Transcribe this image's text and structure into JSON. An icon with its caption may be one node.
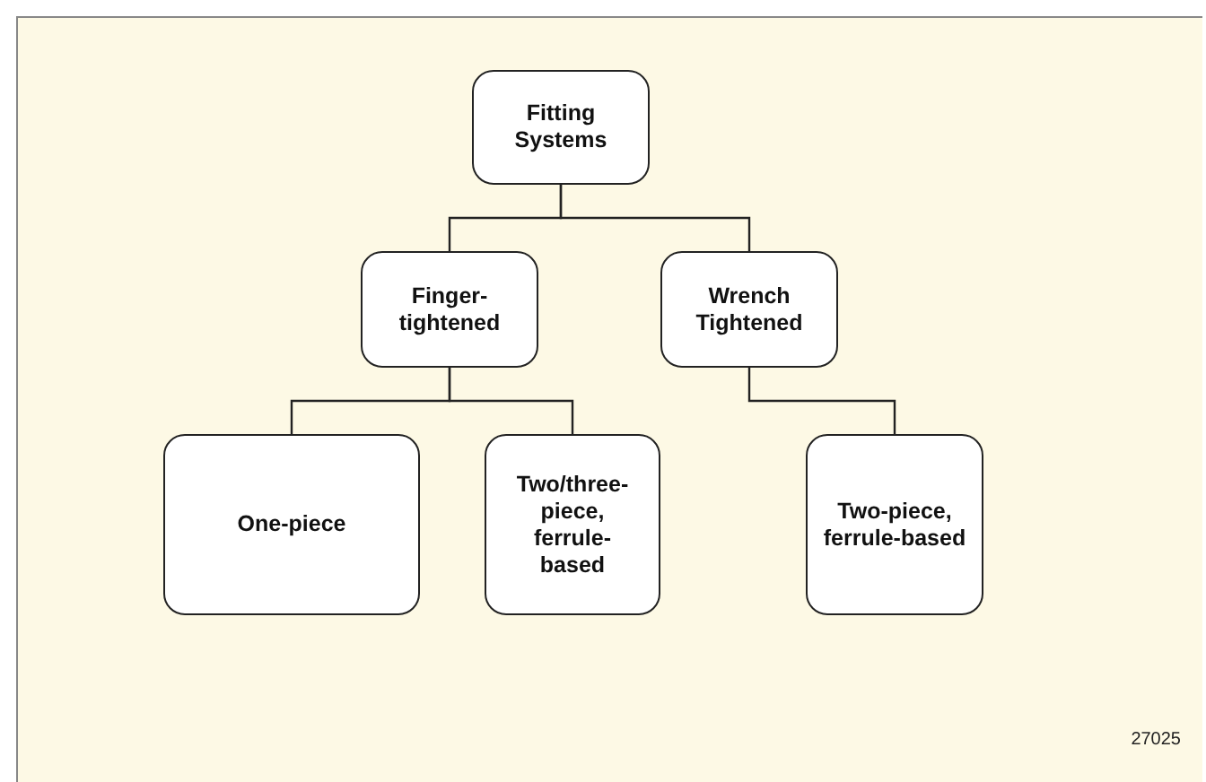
{
  "diagram": {
    "nodes": [
      {
        "text": [
          "Fitting Systems"
        ]
      },
      {
        "text": [
          "Finger-tightened"
        ]
      },
      {
        "text": [
          "Wrench Tightened"
        ]
      },
      {
        "text": [
          "One-piece"
        ]
      },
      {
        "text": [
          "Two/three-piece, ferrule-based"
        ]
      },
      {
        "text": [
          "Two-piece, ferrule-based"
        ]
      }
    ],
    "edges": [
      {
        "from": 0,
        "to": 1,
        "arrow": "none"
      },
      {
        "from": 0,
        "to": 2,
        "arrow": "none"
      },
      {
        "from": 1,
        "to": 3,
        "arrow": "none"
      },
      {
        "from": 1,
        "to": 4,
        "arrow": "none"
      },
      {
        "from": 2,
        "to": 5,
        "arrow": "none"
      }
    ],
    "labels": [
      "27025"
    ]
  }
}
